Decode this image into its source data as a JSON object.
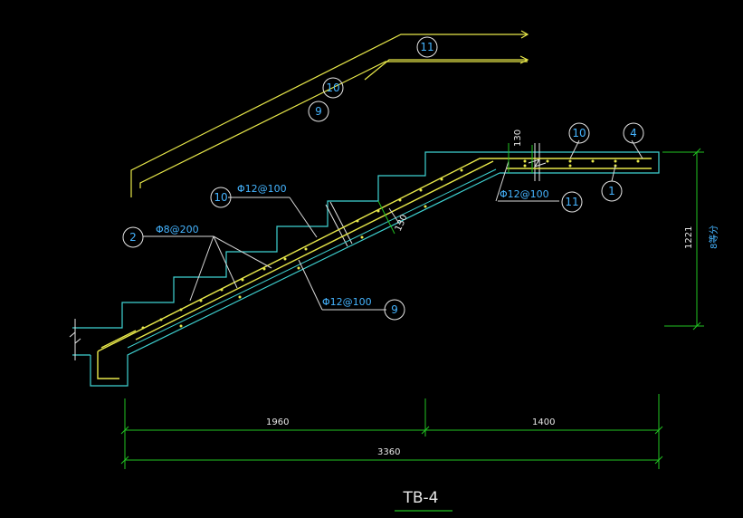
{
  "drawing": {
    "title": "TB-4",
    "colors": {
      "concrete": "#3fd4d4",
      "rebar": "#e8e84a",
      "dimension": "#22c322",
      "callout": "#d8d8d8",
      "label": "#45b4ff",
      "dimtext": "#e6e6e6"
    },
    "dimensions": {
      "span_left": "1960",
      "span_right": "1400",
      "span_total": "3360",
      "height": "1221",
      "height_note": "8等分",
      "slab_thickness": "130",
      "landing_thickness": "130"
    },
    "rebar_labels": {
      "stirrup": "Φ8@200",
      "top_bar": "Φ12@100",
      "bottom_bar": "Φ12@100",
      "landing_bar": "Φ12@100"
    },
    "markers": {
      "m1": "1",
      "m2": "2",
      "m4": "4",
      "m9": "9",
      "m9_detail": "9",
      "m10": "10",
      "m10_detail": "10",
      "m10_landing": "10",
      "m11": "11",
      "m11_detail": "11"
    }
  }
}
